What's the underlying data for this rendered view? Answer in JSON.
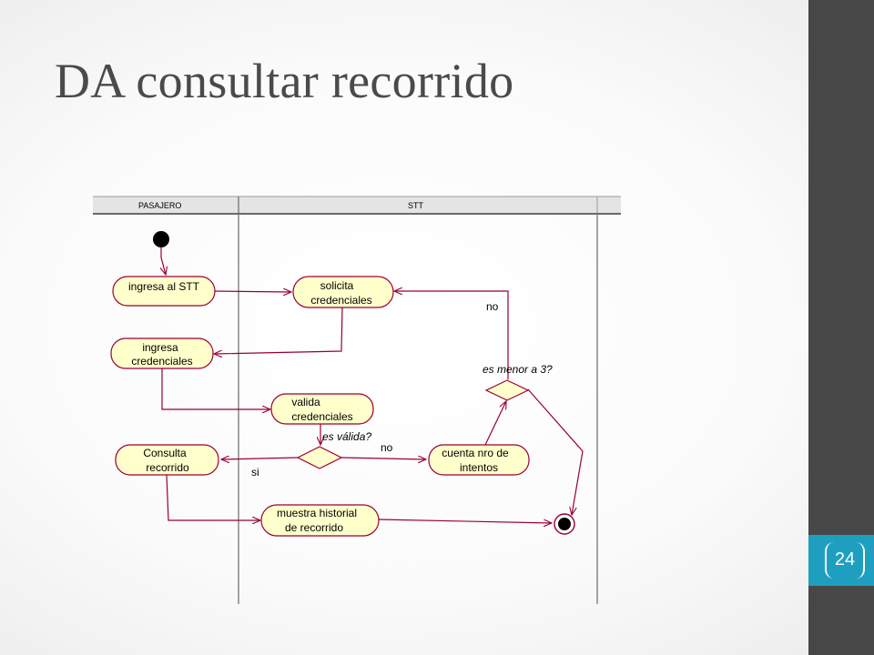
{
  "slide": {
    "title": "DA consultar recorrido",
    "page_number": "24"
  },
  "diagram": {
    "swimlanes": [
      "PASAJERO",
      "STT"
    ],
    "activities": {
      "ingresa_stt": [
        "ingresa al STT"
      ],
      "solicita_credenciales": [
        "solicita",
        "credenciales"
      ],
      "ingresa_credenciales": [
        "ingresa",
        "credenciales"
      ],
      "valida_credenciales": [
        "valida",
        "credenciales"
      ],
      "consulta_recorrido": [
        "Consulta",
        "recorrido"
      ],
      "cuenta_intentos": [
        "cuenta nro de",
        "intentos"
      ],
      "muestra_historial": [
        "muestra historial",
        "de recorrido"
      ]
    },
    "guards": {
      "es_valida": "es válida?",
      "no_valida": "no",
      "si_valida": "si",
      "es_menor": "es menor a 3?",
      "no_menor": "no"
    },
    "colors": {
      "activity_fill": "#ffffcc",
      "activity_stroke": "#990033",
      "flow": "#990033",
      "sidebar": "#474747",
      "page_tab": "#1f9fbf"
    }
  }
}
